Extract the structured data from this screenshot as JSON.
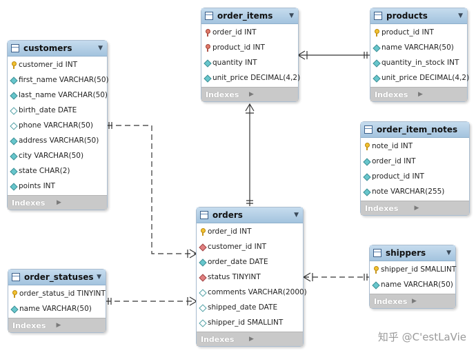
{
  "tables": {
    "customers": {
      "name": "customers",
      "columns": [
        {
          "text": "customer_id INT",
          "icon": "primary-key-icon"
        },
        {
          "text": "first_name VARCHAR(50)",
          "icon": "column-icon"
        },
        {
          "text": "last_name VARCHAR(50)",
          "icon": "column-icon"
        },
        {
          "text": "birth_date DATE",
          "icon": "nullable-column-icon"
        },
        {
          "text": "phone VARCHAR(50)",
          "icon": "nullable-column-icon"
        },
        {
          "text": "address VARCHAR(50)",
          "icon": "column-icon"
        },
        {
          "text": "city VARCHAR(50)",
          "icon": "column-icon"
        },
        {
          "text": "state CHAR(2)",
          "icon": "column-icon"
        },
        {
          "text": "points INT",
          "icon": "column-icon"
        }
      ],
      "indexes": "Indexes"
    },
    "order_items": {
      "name": "order_items",
      "columns": [
        {
          "text": "order_id INT",
          "icon": "foreign-key-icon"
        },
        {
          "text": "product_id INT",
          "icon": "foreign-key-icon"
        },
        {
          "text": "quantity INT",
          "icon": "column-icon"
        },
        {
          "text": "unit_price DECIMAL(4,2)",
          "icon": "column-icon"
        }
      ],
      "indexes": "Indexes"
    },
    "products": {
      "name": "products",
      "columns": [
        {
          "text": "product_id INT",
          "icon": "primary-key-icon"
        },
        {
          "text": "name VARCHAR(50)",
          "icon": "column-icon"
        },
        {
          "text": "quantity_in_stock INT",
          "icon": "column-icon"
        },
        {
          "text": "unit_price DECIMAL(4,2)",
          "icon": "column-icon"
        }
      ],
      "indexes": "Indexes"
    },
    "order_item_notes": {
      "name": "order_item_notes",
      "columns": [
        {
          "text": "note_id INT",
          "icon": "primary-key-icon"
        },
        {
          "text": "order_id INT",
          "icon": "column-icon"
        },
        {
          "text": "product_id INT",
          "icon": "column-icon"
        },
        {
          "text": "note VARCHAR(255)",
          "icon": "column-icon"
        }
      ],
      "indexes": "Indexes"
    },
    "orders": {
      "name": "orders",
      "columns": [
        {
          "text": "order_id INT",
          "icon": "primary-key-icon"
        },
        {
          "text": "customer_id INT",
          "icon": "foreign-column-icon"
        },
        {
          "text": "order_date DATE",
          "icon": "column-icon"
        },
        {
          "text": "status TINYINT",
          "icon": "foreign-column-icon"
        },
        {
          "text": "comments VARCHAR(2000)",
          "icon": "nullable-column-icon"
        },
        {
          "text": "shipped_date DATE",
          "icon": "nullable-column-icon"
        },
        {
          "text": "shipper_id SMALLINT",
          "icon": "nullable-foreign-column-icon"
        }
      ],
      "indexes": "Indexes"
    },
    "order_statuses": {
      "name": "order_statuses",
      "columns": [
        {
          "text": "order_status_id TINYINT",
          "icon": "primary-key-icon"
        },
        {
          "text": "name VARCHAR(50)",
          "icon": "column-icon"
        }
      ],
      "indexes": "Indexes"
    },
    "shippers": {
      "name": "shippers",
      "columns": [
        {
          "text": "shipper_id SMALLINT",
          "icon": "primary-key-icon"
        },
        {
          "text": "name VARCHAR(50)",
          "icon": "column-icon"
        }
      ],
      "indexes": "Indexes"
    }
  },
  "relationships": [
    {
      "from": "customers",
      "to": "orders",
      "style": "dashed",
      "from_end": "one",
      "to_end": "many"
    },
    {
      "from": "order_statuses",
      "to": "orders",
      "style": "dashed",
      "from_end": "one",
      "to_end": "many"
    },
    {
      "from": "orders",
      "to": "order_items",
      "style": "solid",
      "from_end": "one",
      "to_end": "many"
    },
    {
      "from": "products",
      "to": "order_items",
      "style": "solid",
      "from_end": "one",
      "to_end": "many"
    },
    {
      "from": "shippers",
      "to": "orders",
      "style": "dashed",
      "from_end": "one",
      "to_end": "many"
    }
  ],
  "watermark": "知乎 @C'estLaVie",
  "colors": {
    "header": "#a3c3de",
    "indexes_bar": "#c9c9c9",
    "line": "#333333"
  }
}
